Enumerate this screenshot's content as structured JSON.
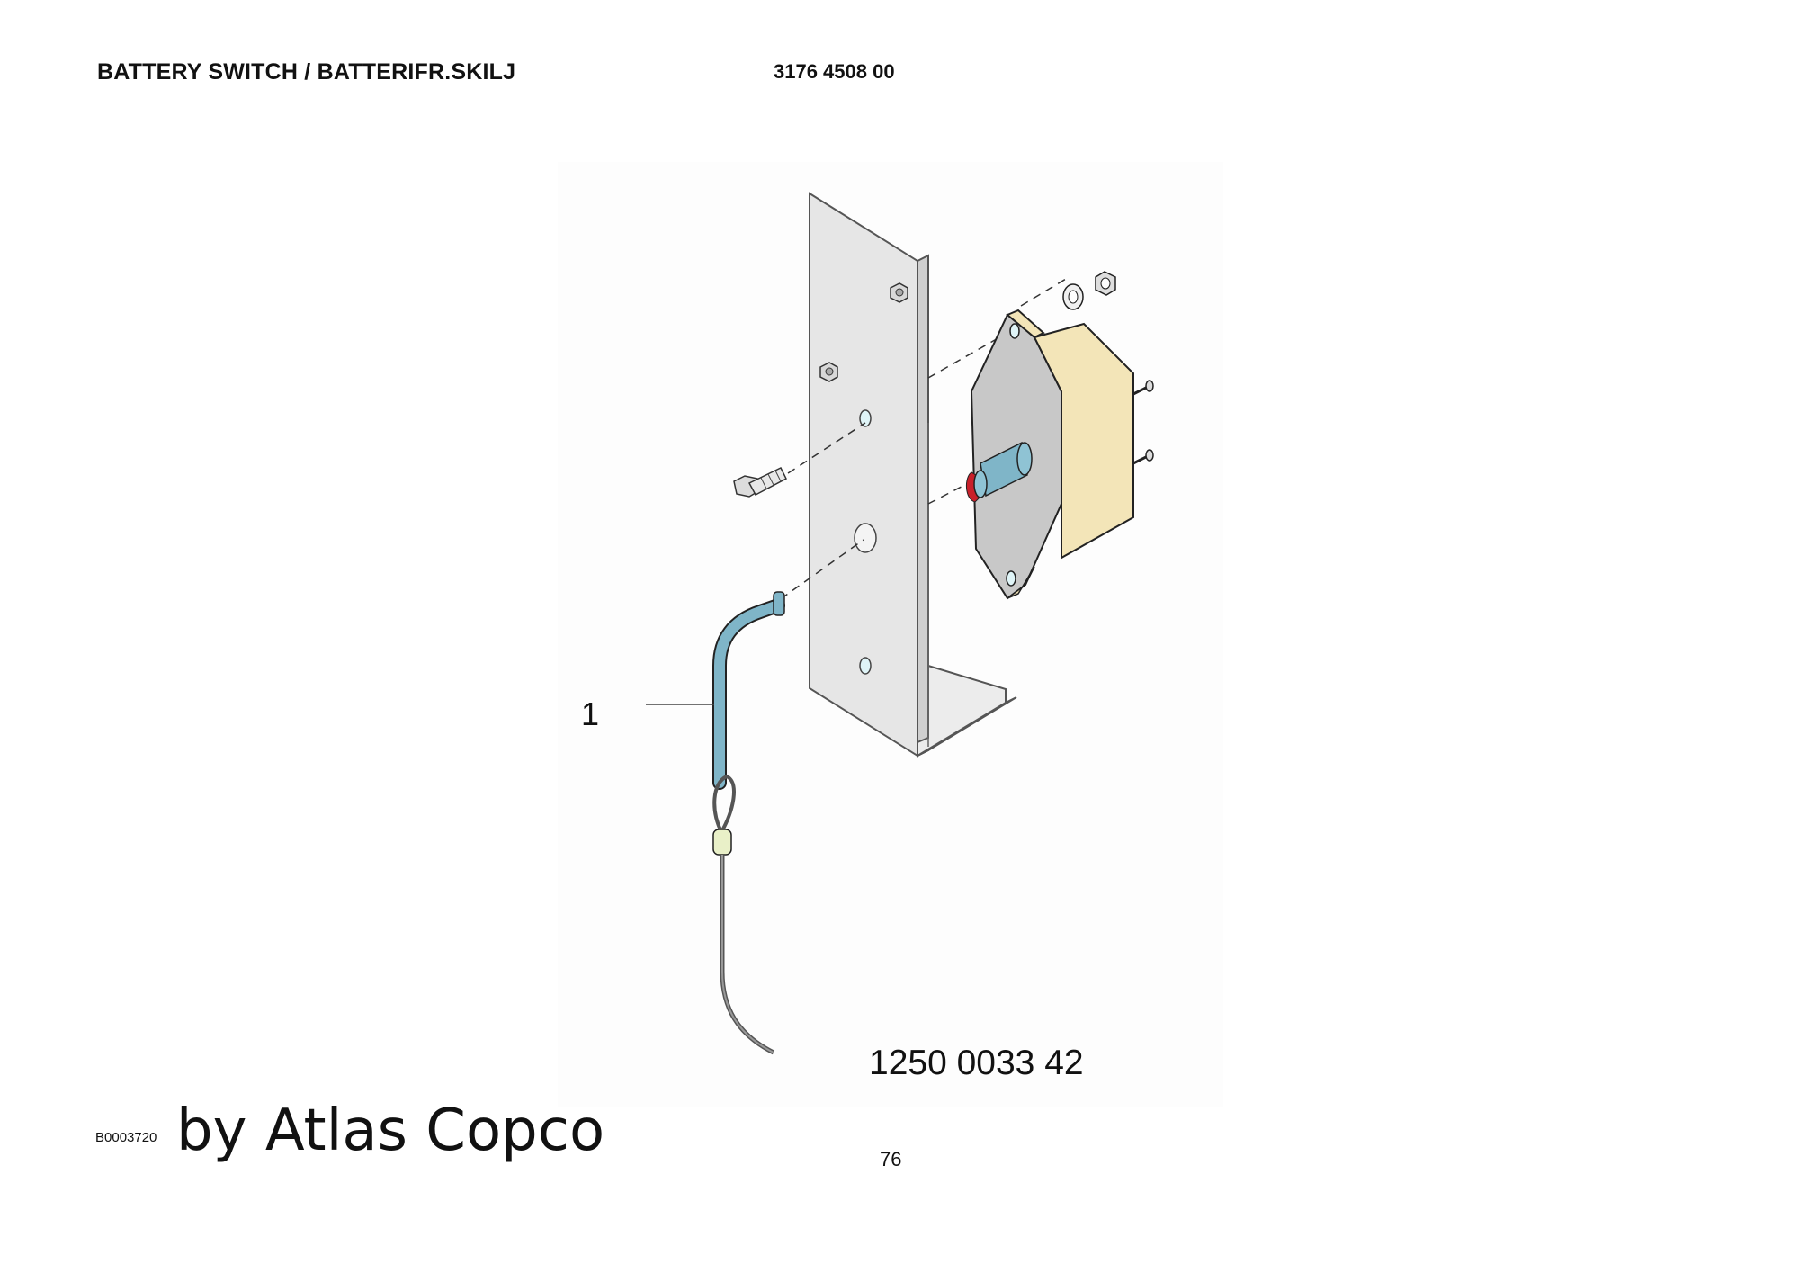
{
  "header": {
    "title": "BATTERY SWITCH / BATTERIFR.SKILJ",
    "part_number": "3176 4508 00"
  },
  "illustration": {
    "callouts": [
      {
        "number": "1"
      }
    ],
    "part_number": "1250 0033 42",
    "colors": {
      "bracket": "#e6e6e6",
      "switch_body_side": "#c8c8c8",
      "switch_body_top": "#f3e5b8",
      "shaft": "#7fb5c8",
      "clip": "#c8202a",
      "cable": "#777777",
      "sleeve": "#e9f0c8"
    }
  },
  "footer": {
    "image_code": "B0003720",
    "watermark": "by Atlas Copco",
    "page_number": "76"
  }
}
